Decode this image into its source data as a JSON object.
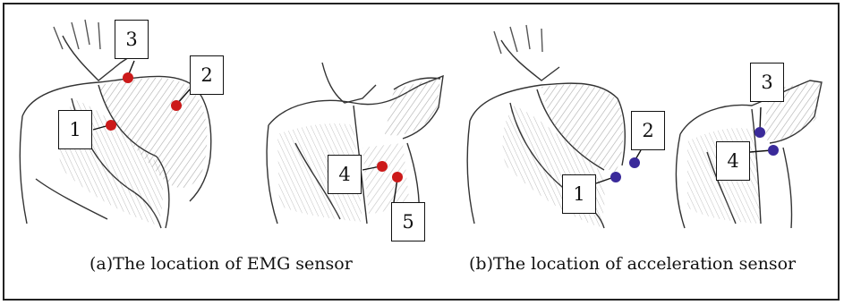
{
  "panel_a": {
    "caption": "(a)The location of EMG sensor",
    "labels": [
      "1",
      "2",
      "3",
      "4",
      "5"
    ],
    "dot_color": "#cc1a1a"
  },
  "panel_b": {
    "caption": "(b)The location of acceleration sensor",
    "labels": [
      "1",
      "2",
      "3",
      "4"
    ],
    "dot_color": "#3a2a9a"
  },
  "colors": {
    "ink": "#1a1a1a",
    "sketch": "#555555",
    "background": "#ffffff"
  }
}
